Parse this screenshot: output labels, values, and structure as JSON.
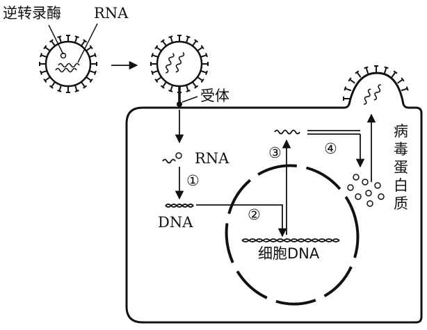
{
  "labels": {
    "reverse_transcriptase": "逆转录酶",
    "rna_top": "RNA",
    "receptor": "受体",
    "rna_cell": "RNA",
    "dna_cell": "DNA",
    "cell_dna": "细胞DNA",
    "viral_protein": [
      "病",
      "毒",
      "蛋",
      "白",
      "质"
    ]
  },
  "steps": [
    "①",
    "②",
    "③",
    "④"
  ]
}
